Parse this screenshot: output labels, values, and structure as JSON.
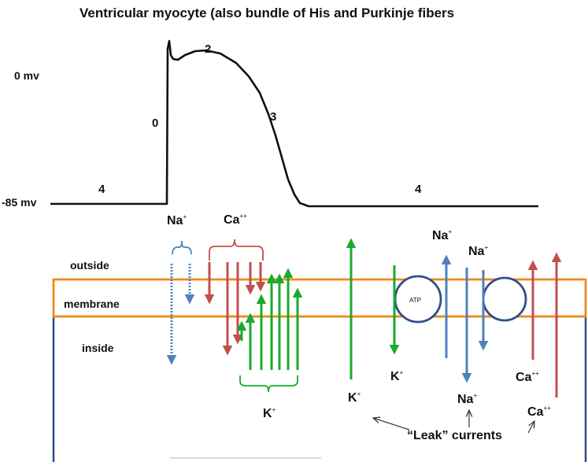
{
  "title": "Ventricular myocyte  (also bundle of His and Purkinje fibers",
  "voltage": {
    "zero": "0 mv",
    "rest": "-85 mv"
  },
  "phases": {
    "p0": "0",
    "p2": "2",
    "p3": "3",
    "p4_left": "4",
    "p4_right": "4"
  },
  "regions": {
    "outside": "outside",
    "membrane": "membrane",
    "inside": "inside"
  },
  "ions": {
    "na_top": {
      "base": "Na",
      "sup": "+"
    },
    "ca_top": {
      "base": "Ca",
      "sup": "++"
    },
    "k_bottom_group": {
      "base": "K",
      "sup": "+"
    },
    "k_center": {
      "base": "K",
      "sup": "+"
    },
    "k_pump": {
      "base": "K",
      "sup": "+"
    },
    "na_pump": {
      "base": "Na",
      "sup": "+"
    },
    "na_right": {
      "base": "Na",
      "sup": "+"
    },
    "na_leak": {
      "base": "Na",
      "sup": "+"
    },
    "ca_exchanger": {
      "base": "Ca",
      "sup": "++"
    },
    "ca_leak": {
      "base": "Ca",
      "sup": "++"
    }
  },
  "pump_label": "ATP",
  "leak_label": "“Leak” currents",
  "colors": {
    "membrane_border": "#f08a1c",
    "cell_border": "#2f4f86",
    "na_arrow": "#4f81bd",
    "ca_arrow": "#c0504d",
    "k_arrow": "#1aab2a",
    "trace": "#111111",
    "pump": "#2f4f86"
  }
}
